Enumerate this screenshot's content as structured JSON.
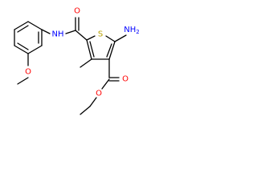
{
  "molecule": {
    "atoms": {
      "methoxy_O": "O",
      "amide_NH": "NH",
      "amide_O": "O",
      "ring_S": "S",
      "amine": "NH",
      "amine_sub": "2",
      "ester_carbonyl_O": "O",
      "ester_O": "O"
    },
    "colors": {
      "bond": "#000000",
      "oxygen": "#ff0000",
      "nitrogen": "#0000ff",
      "sulfur": "#b8a000"
    }
  }
}
